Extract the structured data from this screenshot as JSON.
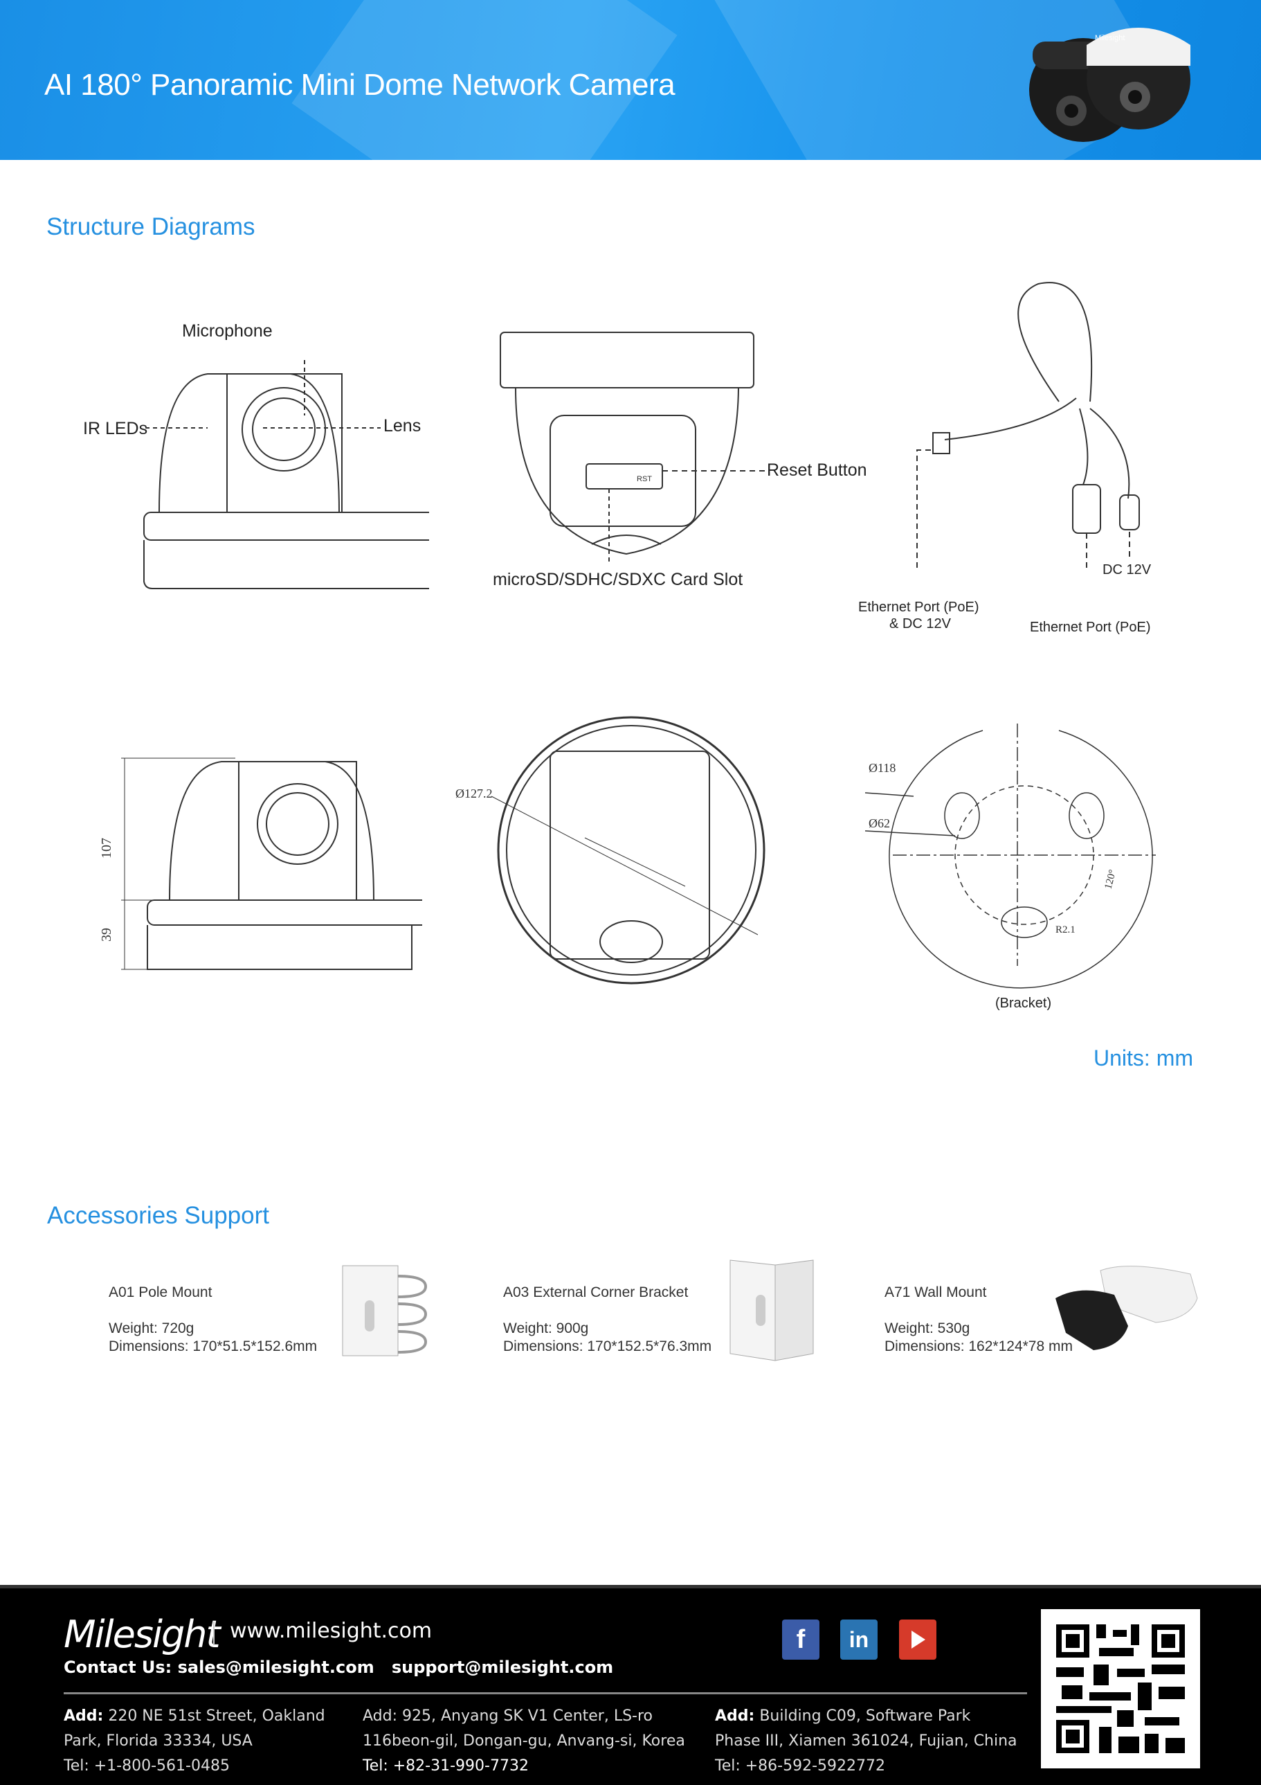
{
  "header": {
    "title": "AI 180° Panoramic Mini Dome Network Camera",
    "product_logo_text": "Milesight"
  },
  "structure": {
    "heading": "Structure Diagrams",
    "front_labels": {
      "microphone": "Microphone",
      "ir_leds": "IR LEDs",
      "lens": "Lens"
    },
    "bottom_labels": {
      "reset": "Reset Button",
      "card_slot": "microSD/SDHC/SDXC Card Slot",
      "rst": "RST"
    },
    "cable_labels": {
      "eth_dc": "Ethernet Port (PoE)",
      "eth_dc2": "& DC 12V",
      "dc": "DC 12V",
      "eth": "Ethernet Port (PoE)"
    },
    "dimensions": {
      "height": "107",
      "base": "39",
      "diameter": "Ø127.2",
      "bracket_outer": "Ø118",
      "bracket_inner": "Ø62",
      "radius": "R2.1",
      "angle": "120°",
      "bracket_caption": "(Bracket)"
    },
    "units": "Units: mm"
  },
  "accessories": {
    "heading": "Accessories Support",
    "items": [
      {
        "name": "A01 Pole Mount",
        "weight": "Weight: 720g",
        "dimensions": "Dimensions: 170*51.5*152.6mm"
      },
      {
        "name": "A03 External Corner Bracket",
        "weight": "Weight: 900g",
        "dimensions": "Dimensions: 170*152.5*76.3mm"
      },
      {
        "name": "A71 Wall Mount",
        "weight": "Weight: 530g",
        "dimensions": "Dimensions: 162*124*78 mm"
      }
    ]
  },
  "footer": {
    "logo": "Milesight",
    "website": "www.milesight.com",
    "contact_label": "Contact Us:",
    "sales": "sales@milesight.com",
    "support": "support@milesight.com",
    "social": {
      "facebook": "f",
      "linkedin": "in"
    },
    "offices": [
      {
        "add_label": "Add:",
        "line1": " 220 NE 51st Street, Oakland",
        "line2": "Park, Florida 33334, USA",
        "tel": "Tel: +1-800-561-0485"
      },
      {
        "add_label": "Add:",
        "line1": " 925, Anyang SK V1 Center, LS-ro",
        "line2": "116beon-gil, Dongan-gu, Anvang-si, Korea",
        "tel": "Tel: +82-31-990-7732"
      },
      {
        "add_label": "Add:",
        "line1": " Building C09, Software Park",
        "line2": "Phase III, Xiamen 361024, Fujian, China",
        "tel": "Tel: +86-592-5922772"
      }
    ]
  }
}
